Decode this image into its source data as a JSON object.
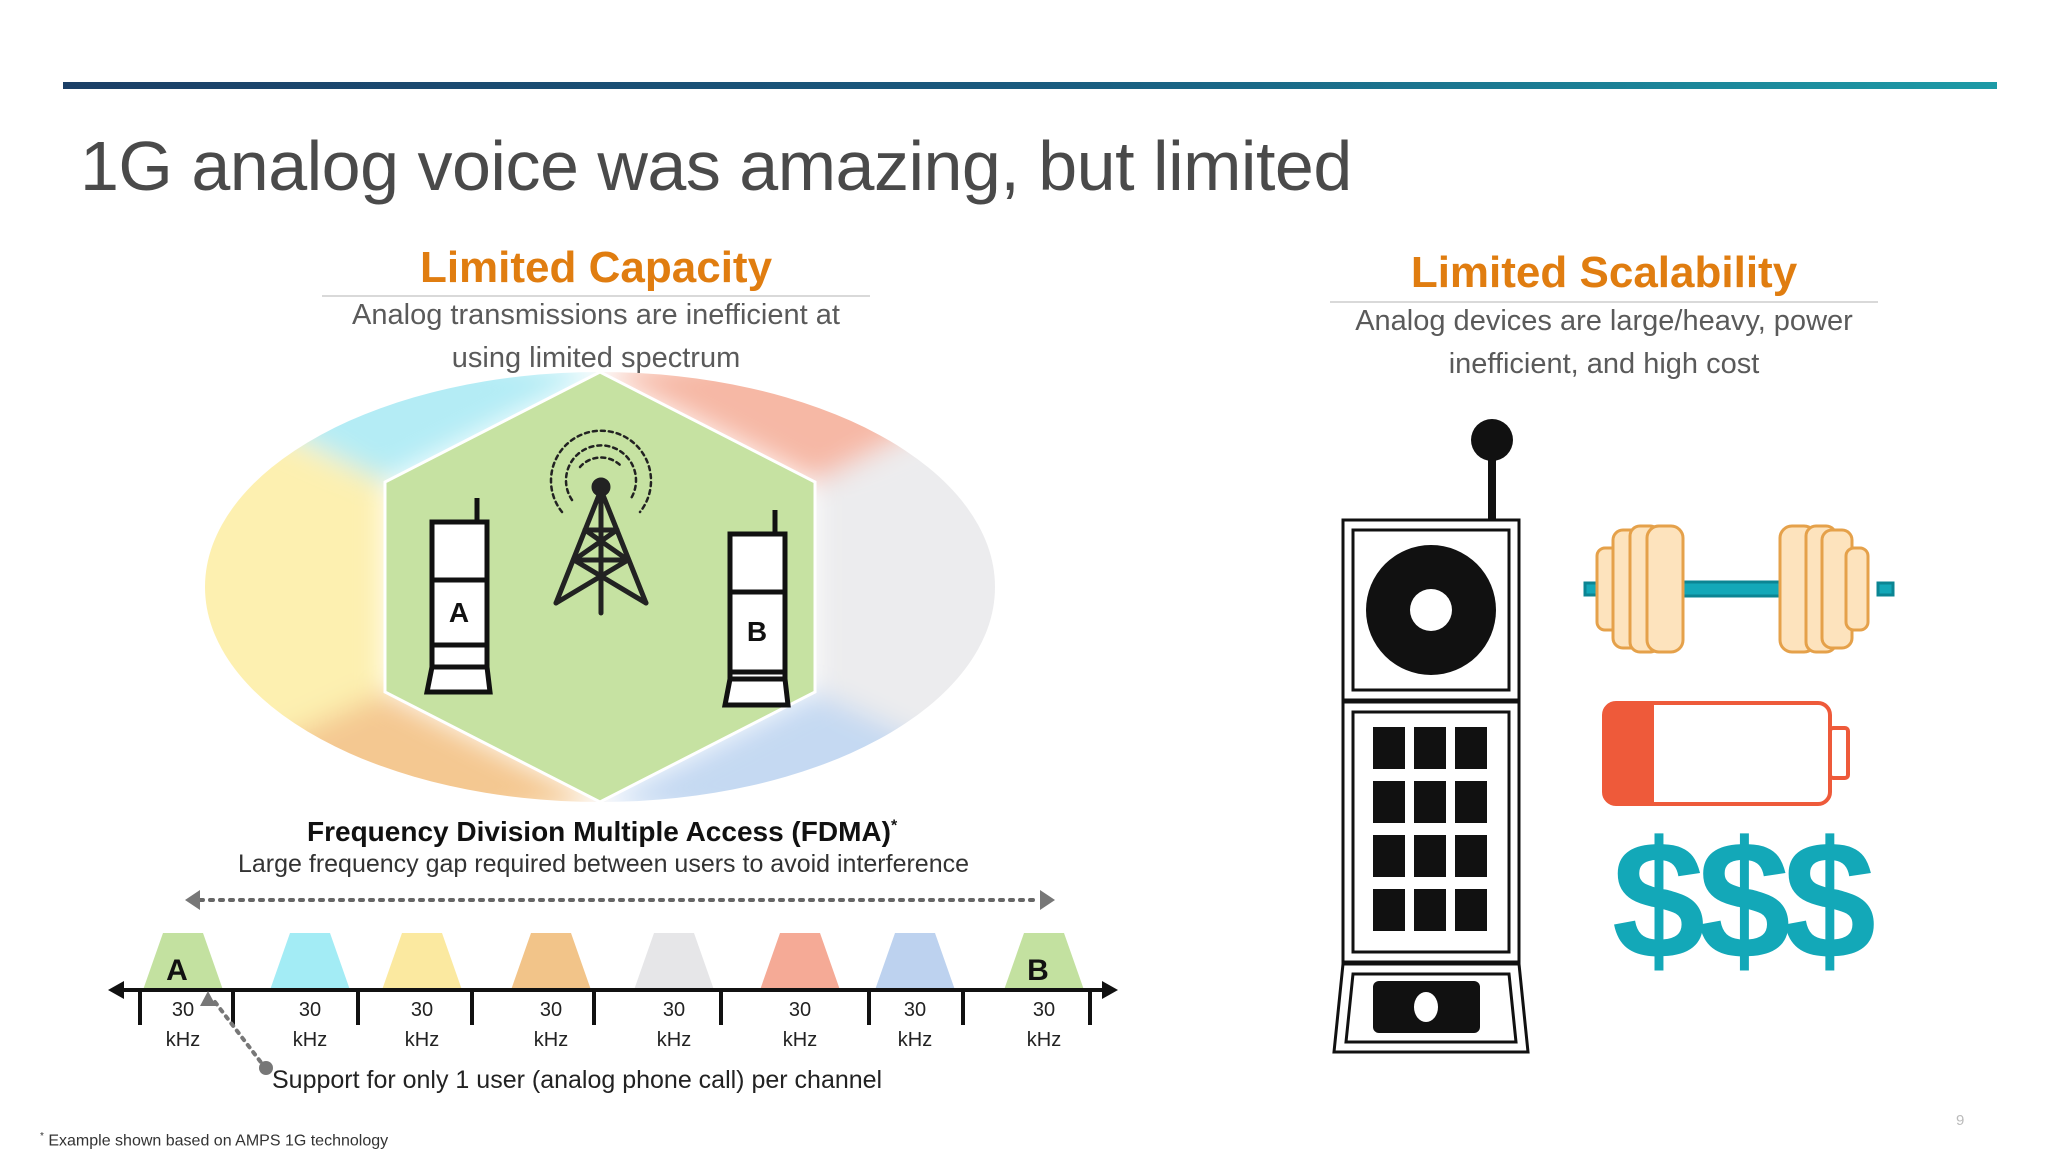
{
  "slide": {
    "title": "1G analog voice was amazing, but limited",
    "page_number": "9",
    "footnote_marker": "*",
    "footnote": "Example shown based on AMPS 1G technology"
  },
  "capacity": {
    "heading": "Limited Capacity",
    "line1": "Analog transmissions are inefficient at",
    "line2": "using limited spectrum",
    "phone_a_label": "A",
    "phone_b_label": "B"
  },
  "fdma": {
    "title": "Frequency Division Multiple Access (FDMA)",
    "title_marker": "*",
    "subtitle": "Large frequency gap required between users to avoid interference",
    "support_note": "Support for only 1 user (analog phone call) per channel",
    "channels": [
      {
        "num": "30",
        "unit": "kHz",
        "color": "#c3e1a0",
        "label": "A"
      },
      {
        "num": "30",
        "unit": "kHz",
        "color": "#a3ecf5",
        "label": ""
      },
      {
        "num": "30",
        "unit": "kHz",
        "color": "#fbe9a0",
        "label": ""
      },
      {
        "num": "30",
        "unit": "kHz",
        "color": "#f2c489",
        "label": ""
      },
      {
        "num": "30",
        "unit": "kHz",
        "color": "#e6e6e8",
        "label": ""
      },
      {
        "num": "30",
        "unit": "kHz",
        "color": "#f5aa96",
        "label": ""
      },
      {
        "num": "30",
        "unit": "kHz",
        "color": "#bdd2ef",
        "label": ""
      },
      {
        "num": "30",
        "unit": "kHz",
        "color": "#c3e1a0",
        "label": "B"
      }
    ]
  },
  "scalability": {
    "heading": "Limited Scalability",
    "line1": "Analog devices are large/heavy, power",
    "line2": "inefficient, and high cost",
    "cost_symbol": "$$$"
  },
  "colors": {
    "accent_orange": "#e07d10",
    "teal": "#13a8b8",
    "battery_red": "#ee5a3a",
    "dumbbell_fill": "#fde3bd",
    "dumbbell_stroke": "#e5a14a",
    "hex_green": "#c6e2a2"
  },
  "icons": [
    "cell-tower-icon",
    "phone-icon",
    "brick-phone-icon",
    "dumbbell-icon",
    "battery-low-icon",
    "dollar-sign-icon"
  ]
}
